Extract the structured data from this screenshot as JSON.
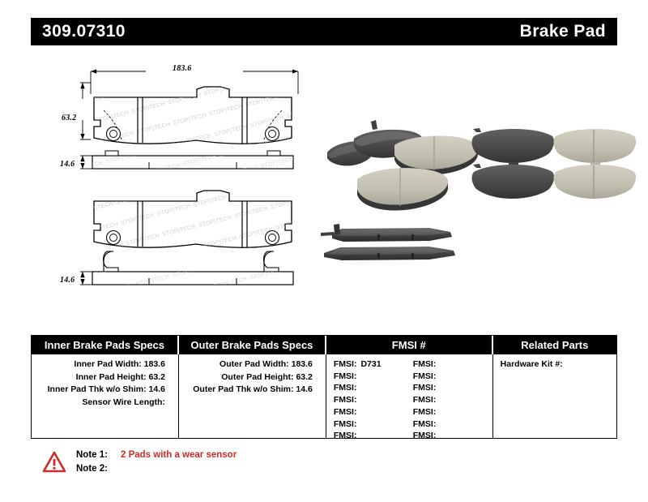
{
  "header": {
    "part_number": "309.07310",
    "product_type": "Brake Pad"
  },
  "drawing": {
    "dim_width": "183.6",
    "dim_height": "63.2",
    "dim_thickness_top": "14.6",
    "dim_thickness_bottom": "14.6",
    "watermark": "STOPTECH"
  },
  "table": {
    "headers": {
      "inner": "Inner Brake Pads Specs",
      "outer": "Outer Brake Pads Specs",
      "fmsi": "FMSI #",
      "related": "Related Parts"
    },
    "inner_specs": [
      "Inner Pad Width: 183.6",
      "Inner Pad Height: 63.2",
      "Inner Pad Thk w/o Shim: 14.6",
      "Sensor Wire Length:"
    ],
    "outer_specs": [
      "Outer Pad Width: 183.6",
      "Outer Pad Height: 63.2",
      "Outer Pad Thk w/o Shim: 14.6"
    ],
    "fmsi_left": [
      {
        "label": "FMSI:",
        "value": "D731"
      },
      {
        "label": "FMSI:",
        "value": ""
      },
      {
        "label": "FMSI:",
        "value": ""
      },
      {
        "label": "FMSI:",
        "value": ""
      },
      {
        "label": "FMSI:",
        "value": ""
      },
      {
        "label": "FMSI:",
        "value": ""
      },
      {
        "label": "FMSI:",
        "value": ""
      }
    ],
    "fmsi_right": [
      {
        "label": "FMSI:",
        "value": ""
      },
      {
        "label": "FMSI:",
        "value": ""
      },
      {
        "label": "FMSI:",
        "value": ""
      },
      {
        "label": "FMSI:",
        "value": ""
      },
      {
        "label": "FMSI:",
        "value": ""
      },
      {
        "label": "FMSI:",
        "value": ""
      },
      {
        "label": "FMSI:",
        "value": ""
      }
    ],
    "related_parts": [
      "Hardware Kit #:"
    ]
  },
  "notes": {
    "note1_label": "Note 1:",
    "note1_text": "2 Pads with a wear sensor",
    "note2_label": "Note 2:",
    "note2_text": "",
    "warning_color": "#cf2b2b"
  },
  "colors": {
    "header_bg": "#000000",
    "header_text": "#ffffff",
    "note_red": "#cf2b2b",
    "pad_friction": "#c9c5b4",
    "pad_backing": "#4a4a4a"
  }
}
